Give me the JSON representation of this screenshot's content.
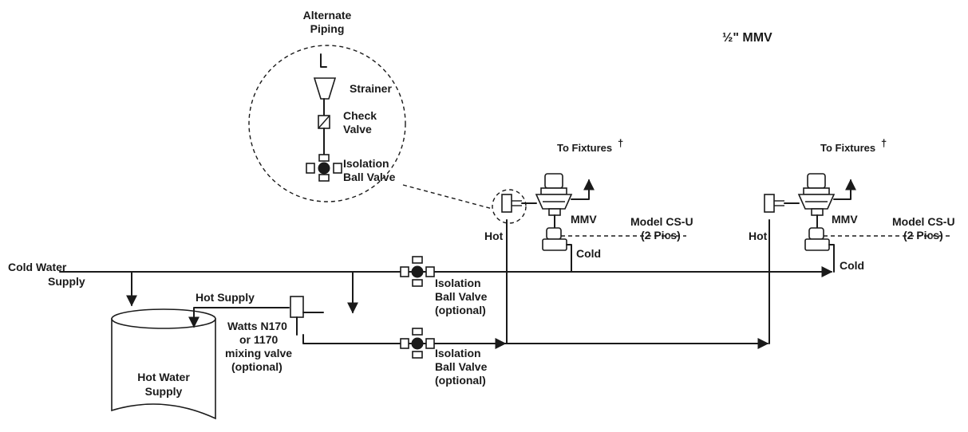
{
  "header": {
    "title": "½\" MMV"
  },
  "inset": {
    "title_line1": "Alternate",
    "title_line2": "Piping",
    "strainer": "Strainer",
    "check_line1": "Check",
    "check_line2": "Valve",
    "iso_line1": "Isolation",
    "iso_line2": "Ball Valve"
  },
  "supply": {
    "cold_line1": "Cold Water",
    "cold_line2": "Supply",
    "hot_supply": "Hot Supply",
    "tank_line1": "Hot Water",
    "tank_line2": "Supply"
  },
  "mixing": {
    "line1": "Watts N170",
    "line2": "or 1170",
    "line3": "mixing valve",
    "line4": "(optional)"
  },
  "iso_upper": {
    "line1": "Isolation",
    "line2": "Ball Valve",
    "line3": "(optional)"
  },
  "iso_lower": {
    "line1": "Isolation",
    "line2": "Ball Valve",
    "line3": "(optional)"
  },
  "station1": {
    "fixtures": "To Fixtures",
    "dagger": "†",
    "mmv": "MMV",
    "hot": "Hot",
    "cold": "Cold",
    "model_line1": "Model CS-U",
    "model_line2": "(2 Pics)"
  },
  "station2": {
    "fixtures": "To Fixtures",
    "dagger": "†",
    "mmv": "MMV",
    "hot": "Hot",
    "cold": "Cold",
    "model_line1": "Model CS-U",
    "model_line2": "(2 Pics)"
  }
}
